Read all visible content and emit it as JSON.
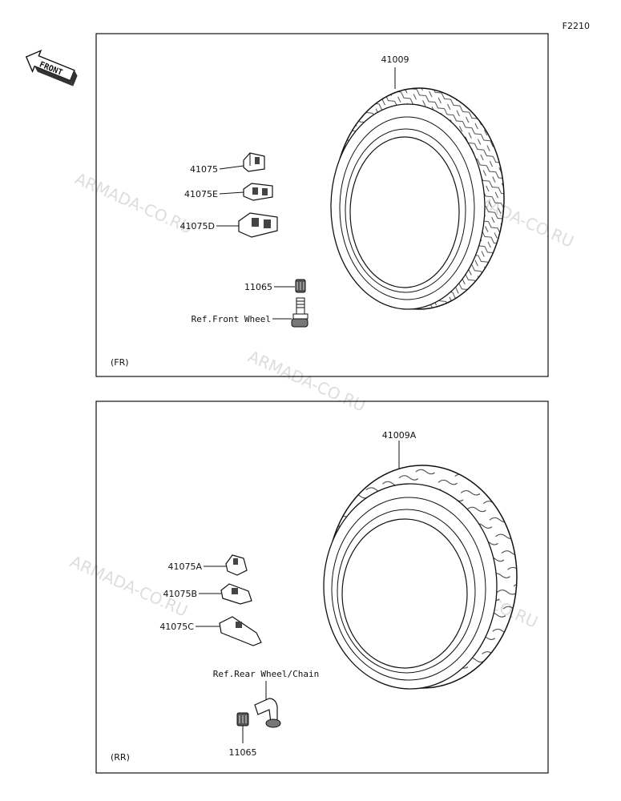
{
  "figure_code": "F2210",
  "front_arrow": {
    "label": "FRONT",
    "icon": "front-arrow-icon"
  },
  "watermark": "ARMADA-CO.RU",
  "front_panel": {
    "section_label": "(FR)",
    "tire_part": "41009",
    "weight_parts": [
      "41075",
      "41075E",
      "41075D"
    ],
    "valve_part": "11065",
    "reference": "Ref.Front Wheel"
  },
  "rear_panel": {
    "section_label": "(RR)",
    "tire_part": "41009A",
    "weight_parts": [
      "41075A",
      "41075B",
      "41075C"
    ],
    "valve_part": "11065",
    "reference": "Ref.Rear Wheel/Chain"
  }
}
